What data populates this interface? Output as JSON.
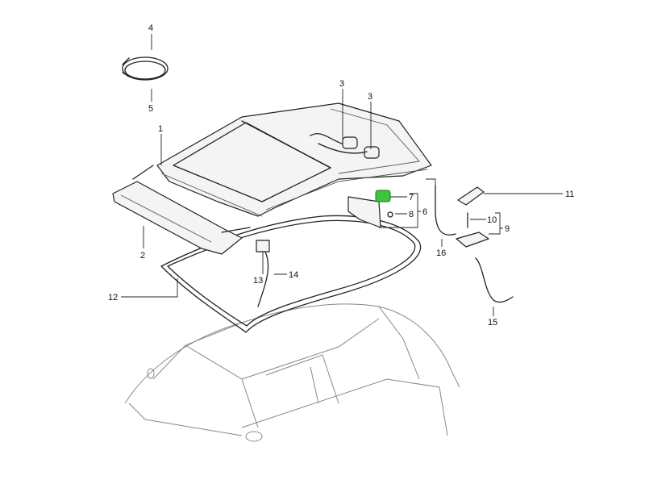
{
  "diagram": {
    "title": "Hardtop roof parts",
    "callouts": [
      "1",
      "2",
      "3",
      "3",
      "4",
      "5",
      "6",
      "7",
      "8",
      "9",
      "10",
      "11",
      "12",
      "13",
      "14",
      "15",
      "16"
    ],
    "highlight_color": "#3ec43e"
  }
}
